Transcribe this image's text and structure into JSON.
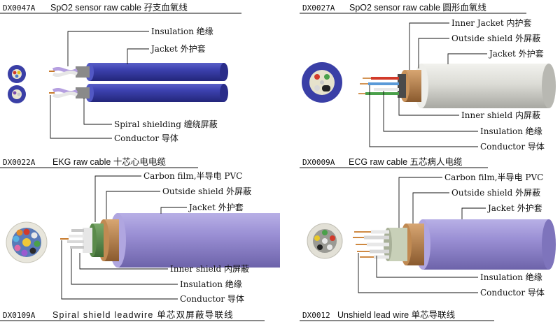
{
  "panels": [
    {
      "code": "DX0047A",
      "title": "SpO2 sensor raw cable 孖支血氧线",
      "labels": {
        "insulation": "Insulation 绝缘",
        "jacket": "Jacket 外护套",
        "spiral_shielding": "Spiral shielding 缠绕屏蔽",
        "conductor": "Conductor 导体"
      }
    },
    {
      "code": "DX0027A",
      "title": "SpO2 sensor raw cable 圆形血氧线",
      "labels": {
        "inner_jacket": "Inner Jacket 内护套",
        "outside_shield": "Outside shield 外屏蔽",
        "jacket": "Jacket 外护套",
        "inner_shield": "Inner shield 内屏蔽",
        "insulation": "Insulation 绝缘",
        "conductor": "Conductor 导体"
      }
    },
    {
      "code": "DX0022A",
      "title": "EKG raw cable 十芯心电电缆",
      "footer_code": "DX0109A",
      "footer_title": "Spiral shield leadwire 单芯双屏蔽导联线",
      "labels": {
        "carbon_film": "Carbon film,半导电 PVC",
        "outside_shield": "Outside shield 外屏蔽",
        "jacket": "Jacket 外护套",
        "inner_shield": "Inner shield 内屏蔽",
        "insulation": "Insulation 绝缘",
        "conductor": "Conductor 导体"
      }
    },
    {
      "code": "DX0009A",
      "title": "ECG raw cable 五芯病人电缆",
      "footer_code": "DX0012",
      "footer_title": "Unshield lead wire 单芯导联线",
      "labels": {
        "carbon_film": "Carbon film,半导电 PVC",
        "outside_shield": "Outside shield 外屏蔽",
        "jacket": "Jacket 外护套",
        "insulation": "Insulation 绝缘",
        "conductor": "Conductor 导体"
      }
    }
  ],
  "colors": {
    "blue_jacket": "#3b3fa8",
    "lavender_jacket": "#9a8fd0",
    "grey_jacket": "#d9d9d4",
    "copper_shield": "#b8844e"
  }
}
